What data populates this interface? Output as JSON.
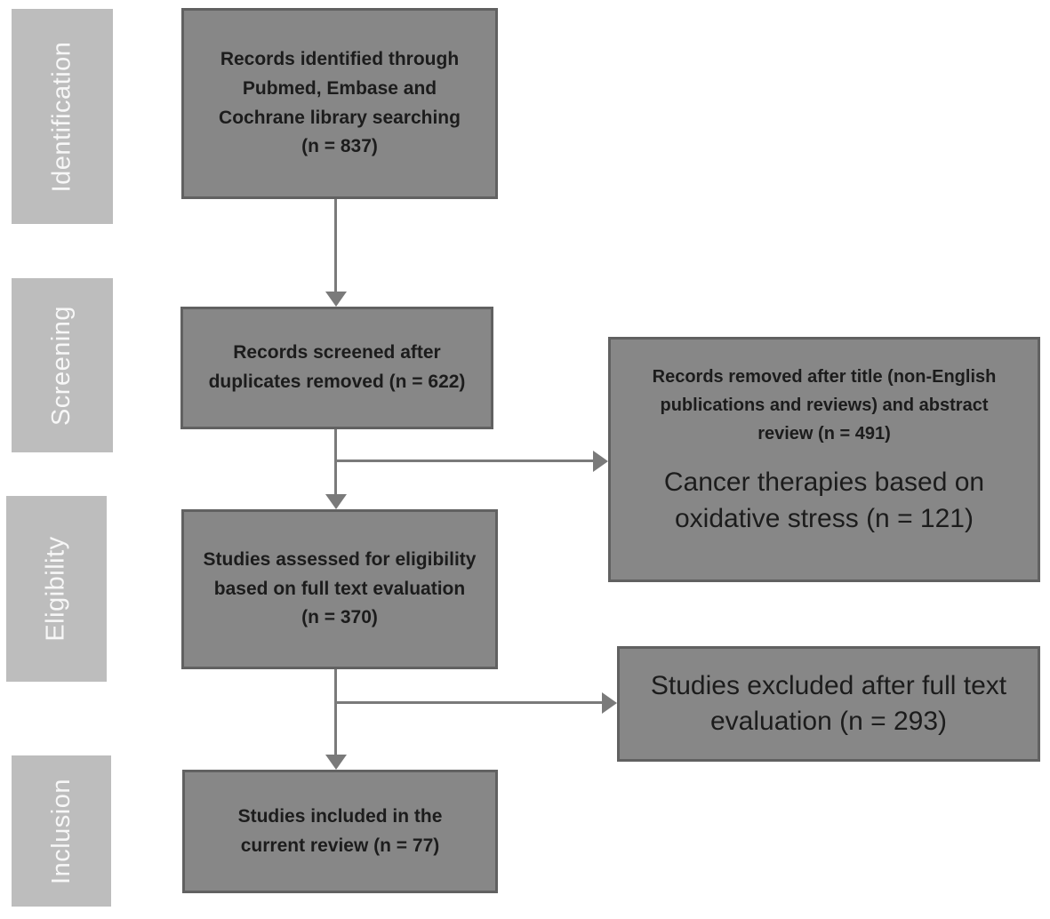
{
  "stages": [
    {
      "label": "Identification"
    },
    {
      "label": "Screening"
    },
    {
      "label": "Eligibility"
    },
    {
      "label": "Inclusion"
    }
  ],
  "flow": {
    "identified": {
      "text": "Records identified through\nPubmed, Embase and\nCochrane library searching\n(n = 837)",
      "n": 837
    },
    "screened": {
      "text": "Records screened after\nduplicates removed (n = 622)",
      "n": 622
    },
    "eligible": {
      "text": "Studies assessed for eligibility\nbased on full text evaluation\n(n = 370)",
      "n": 370
    },
    "included": {
      "text": "Studies included in the\ncurrent review (n = 77)",
      "n": 77
    }
  },
  "exclusions": {
    "title_abstract": {
      "small_text": "Records removed after title (non-English\npublications and reviews) and abstract\nreview (n = 491)",
      "large_text": "Cancer therapies based on\noxidative stress (n = 121)",
      "n_removed": 491,
      "n_cancer_therapies": 121
    },
    "full_text": {
      "text": "Studies excluded after full text\nevaluation (n = 293)",
      "n": 293
    }
  },
  "colors": {
    "flow_box_fill": "#878787",
    "flow_box_border": "#616161",
    "flow_box_text": "#1c1c1c",
    "stage_fill": "#bdbdbd",
    "stage_text": "#f7f7f7",
    "arrow": "#7a7a7a",
    "background": "#ffffff"
  }
}
